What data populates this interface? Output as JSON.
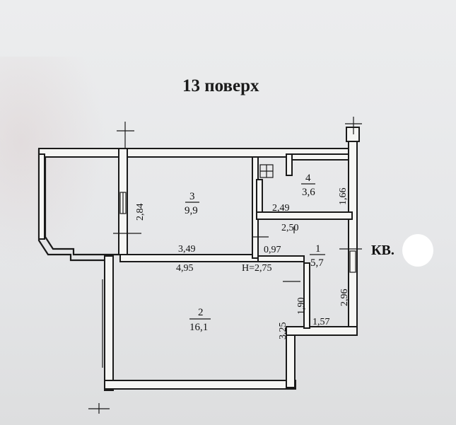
{
  "floor_title": "13 поверх",
  "apartment_label": "КВ.",
  "rooms": [
    {
      "number": "1",
      "area": "5,7"
    },
    {
      "number": "2",
      "area": "16,1"
    },
    {
      "number": "3",
      "area": "9,9"
    },
    {
      "number": "4",
      "area": "3,6"
    }
  ],
  "dimensions": {
    "room3_height": "2,84",
    "room3_width": "3,49",
    "room4_height": "1,66",
    "room4_width": "2,49",
    "hall_width": "2,50",
    "door_gap": "0,97",
    "room2_width": "4,95",
    "ceiling_height": "Н=2,75",
    "hall_inner": "1,90",
    "hall_height": "2,96",
    "hall_bottom": "1,57",
    "room2_depth": "3,25"
  }
}
